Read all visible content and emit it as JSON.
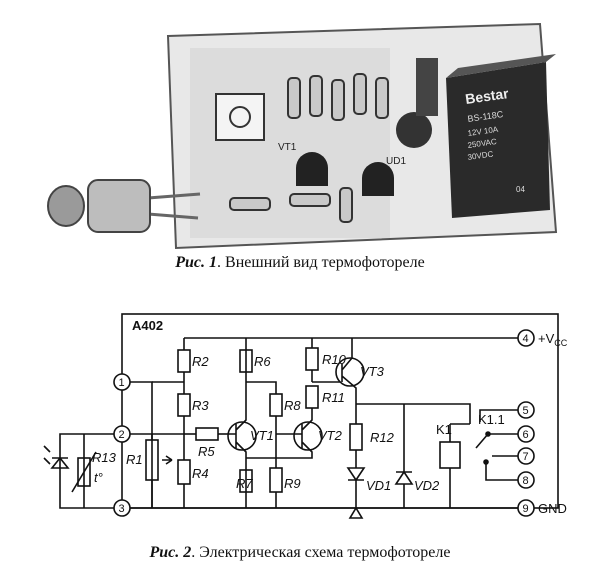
{
  "figure1": {
    "caption_label": "Рис. 1",
    "caption_text": ". Внешний вид термофотореле",
    "relay_marking": [
      "Bestar",
      "BS-118C",
      "12V 10A",
      "250VAC",
      "30VDC",
      "04"
    ],
    "board_labels": [
      "VT1",
      "UD1"
    ]
  },
  "figure2": {
    "caption_label": "Рис. 2",
    "caption_text": ". Электрическая схема термофотореле",
    "board_name": "A402",
    "vcc_label": "+V",
    "vcc_sub": "CC",
    "gnd_label": "GND",
    "pins": [
      "1",
      "2",
      "3",
      "4",
      "5",
      "6",
      "7",
      "8",
      "9"
    ],
    "components": {
      "R2": "R2",
      "R3": "R3",
      "R4": "R4",
      "R1": "R1",
      "R5": "R5",
      "R6": "R6",
      "R7": "R7",
      "R8": "R8",
      "R9": "R9",
      "R10": "R10",
      "R11": "R11",
      "R12": "R12",
      "R13": "R13",
      "t": "t°",
      "VT1": "VT1",
      "VT2": "VT2",
      "VT3": "VT3",
      "VD1": "VD1",
      "VD2": "VD2",
      "K1": "K1",
      "K11": "K1.1"
    }
  }
}
